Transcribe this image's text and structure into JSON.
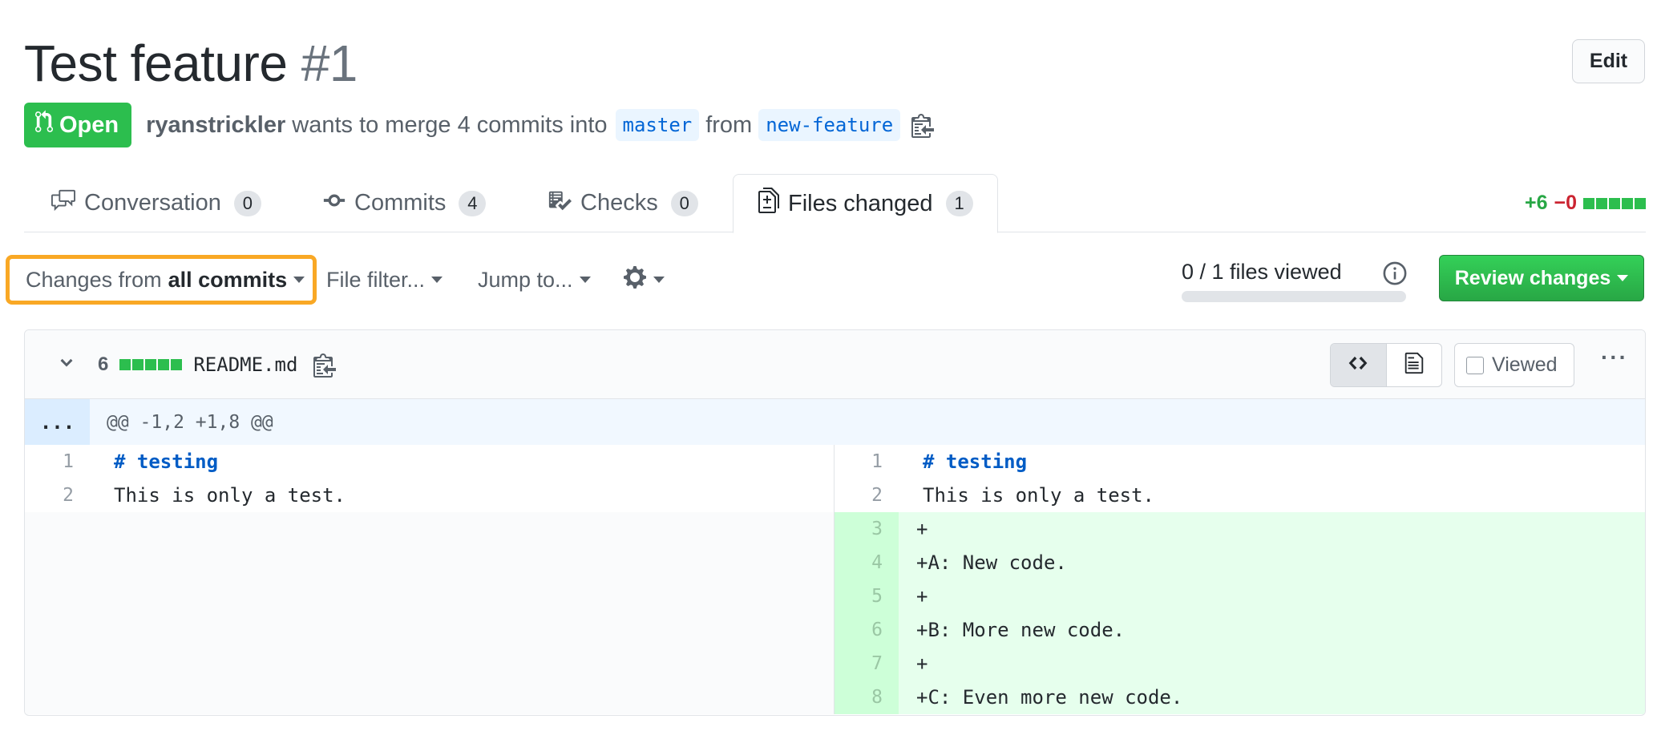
{
  "pr": {
    "title": "Test feature",
    "number": "#1",
    "edit_label": "Edit",
    "state": "Open",
    "author": "ryanstrickler",
    "merge_text": "wants to merge 4 commits into",
    "base_branch": "master",
    "from_text": "from",
    "head_branch": "new-feature"
  },
  "tabs": [
    {
      "label": "Conversation",
      "count": "0"
    },
    {
      "label": "Commits",
      "count": "4"
    },
    {
      "label": "Checks",
      "count": "0"
    },
    {
      "label": "Files changed",
      "count": "1"
    }
  ],
  "diffstat": {
    "additions": "+6",
    "deletions": "−0"
  },
  "toolbar": {
    "changes_prefix": "Changes from",
    "changes_value": "all commits",
    "file_filter": "File filter...",
    "jump_to": "Jump to...",
    "files_viewed": "0 / 1 files viewed",
    "files_viewed_progress": 0,
    "review_label": "Review changes"
  },
  "file": {
    "change_count": "6",
    "name": "README.md",
    "viewed_label": "Viewed",
    "hunk_expand": "...",
    "hunk_header": "@@ -1,2 +1,8 @@",
    "left_lines": [
      {
        "num": "1",
        "text": "# testing"
      },
      {
        "num": "2",
        "text": "This is only a test."
      }
    ],
    "right_lines": [
      {
        "num": "1",
        "text": "# testing"
      },
      {
        "num": "2",
        "text": "This is only a test."
      },
      {
        "num": "3",
        "text": "+"
      },
      {
        "num": "4",
        "text": "+A: New code."
      },
      {
        "num": "5",
        "text": "+"
      },
      {
        "num": "6",
        "text": "+B: More new code."
      },
      {
        "num": "7",
        "text": "+"
      },
      {
        "num": "8",
        "text": "+C: Even more new code."
      }
    ]
  },
  "colors": {
    "open_green": "#2cbe4e",
    "highlight_orange": "#f9a825",
    "link_blue": "#0366d6",
    "addition_bg": "#e6ffed"
  }
}
